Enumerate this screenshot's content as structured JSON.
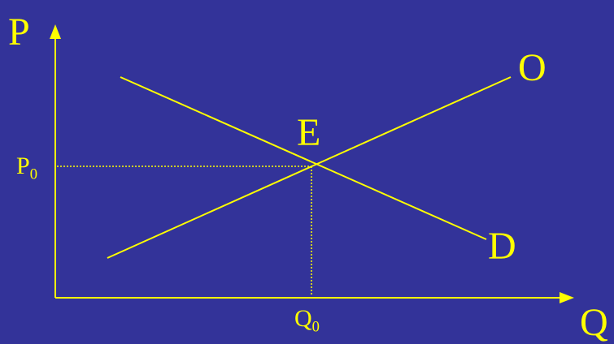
{
  "axes": {
    "y_label": "P",
    "x_label": "Q"
  },
  "curves": {
    "supply_label": "O",
    "demand_label": "D"
  },
  "equilibrium": {
    "label": "E",
    "price_label_main": "P",
    "price_label_sub": "0",
    "quantity_label_main": "Q",
    "quantity_label_sub": "0"
  },
  "colors": {
    "background": "#333399",
    "line": "#ffff00",
    "text": "#ffff00"
  }
}
